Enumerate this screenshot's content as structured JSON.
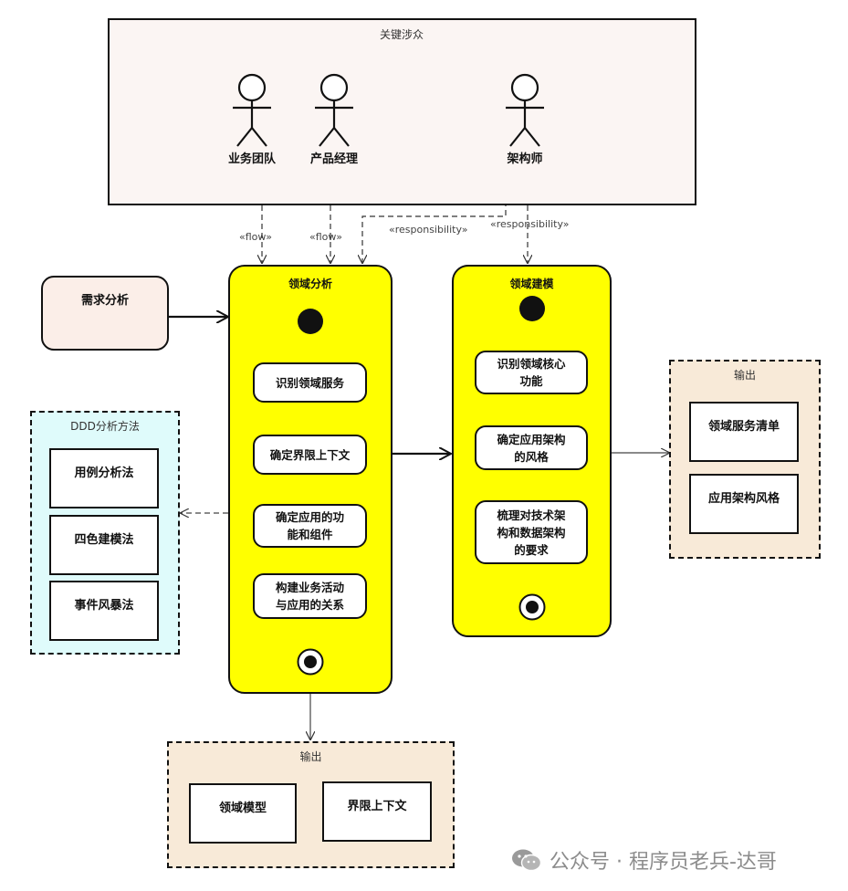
{
  "stakeholders": {
    "title": "关键涉众",
    "actors": [
      {
        "label": "业务团队"
      },
      {
        "label": "产品经理"
      },
      {
        "label": "架构师"
      }
    ]
  },
  "requirement": {
    "label": "需求分析"
  },
  "stereotypes": {
    "flow1": "«flow»",
    "flow2": "«flow»",
    "responsibility1": "«responsibility»",
    "responsibility2": "«responsibility»"
  },
  "domain_analysis": {
    "title": "领域分析",
    "activities": [
      {
        "line1": "识别领域服务"
      },
      {
        "line1": "确定界限上下文"
      },
      {
        "line1": "确定应用的功",
        "line2": "能和组件"
      },
      {
        "line1": "构建业务活动",
        "line2": "与应用的关系"
      }
    ]
  },
  "domain_modeling": {
    "title": "领域建模",
    "activities": [
      {
        "line1": "识别领域核心",
        "line2": "功能"
      },
      {
        "line1": "确定应用架构",
        "line2": "的风格"
      },
      {
        "line1": "梳理对技术架",
        "line2": "构和数据架构",
        "line3": "的要求"
      }
    ]
  },
  "ddd_methods": {
    "title": "DDD分析方法",
    "items": [
      {
        "label": "用例分析法"
      },
      {
        "label": "四色建模法"
      },
      {
        "label": "事件风暴法"
      }
    ]
  },
  "output_right": {
    "title": "输出",
    "items": [
      {
        "label": "领域服务清单"
      },
      {
        "label": "应用架构风格"
      }
    ]
  },
  "output_bottom": {
    "title": "输出",
    "items": [
      {
        "label": "领域模型"
      },
      {
        "label": "界限上下文"
      }
    ]
  },
  "watermark": {
    "text": "公众号 · 程序员老兵-达哥"
  },
  "colors": {
    "swimlane": "#ffff00",
    "ddd_box": "#dffbfb",
    "output_box": "#f8ead8",
    "stakeholder_box": "#fbf5f3",
    "requirement_box": "#fbeee8"
  }
}
